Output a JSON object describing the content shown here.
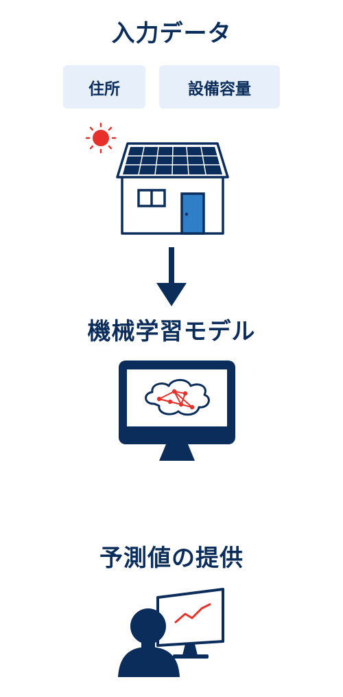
{
  "input_section": {
    "title": "入力データ",
    "items": [
      "住所",
      "設備容量"
    ]
  },
  "model_section": {
    "title": "機械学習モデル"
  },
  "output_section": {
    "title": "予測値の提供"
  },
  "colors": {
    "navy": "#0b2d5b",
    "chip_bg": "#e7effa",
    "sun_red": "#e8302a",
    "door_blue": "#2f7fc8",
    "accent_red": "#e8302a"
  },
  "icons": [
    "sun-icon",
    "solar-house-icon",
    "down-arrow-icon",
    "monitor-brain-icon",
    "person-with-chart-icon"
  ]
}
